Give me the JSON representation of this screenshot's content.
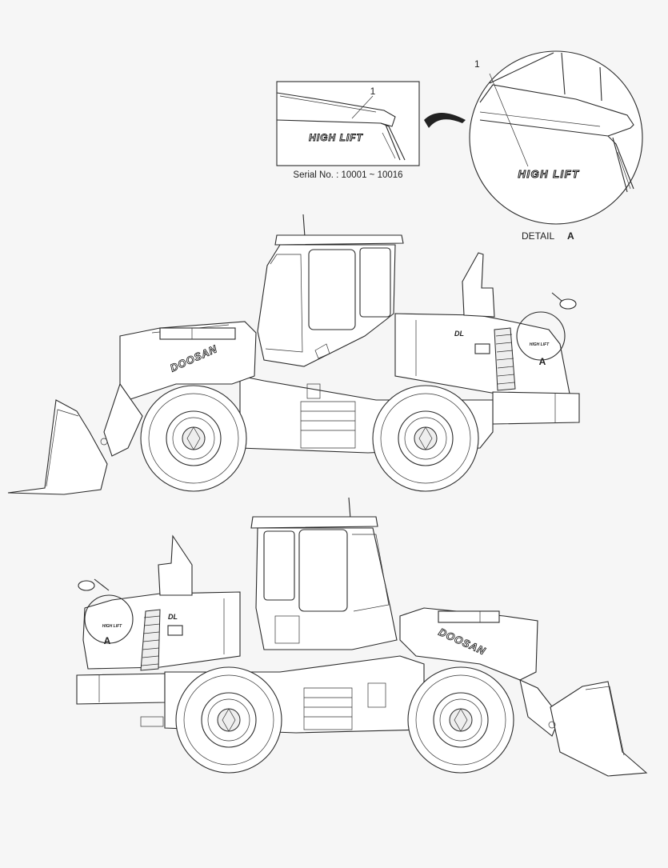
{
  "inset": {
    "callout_number": "1",
    "decal_text": "HIGH LIFT",
    "serial_label": "Serial No. : 10001 ~ 10016"
  },
  "detail": {
    "callout_number": "1",
    "decal_text": "HIGH LIFT",
    "caption_prefix": "DETAIL",
    "caption_letter": "A"
  },
  "loader_top": {
    "brand_text": "DOOSAN",
    "hood_badge": "DL",
    "decal_text": "HIGH LIFT",
    "detail_marker": "A"
  },
  "loader_bottom": {
    "brand_text": "DOOSAN",
    "hood_badge": "DL",
    "decal_text": "HIGH LIFT",
    "detail_marker": "A"
  }
}
